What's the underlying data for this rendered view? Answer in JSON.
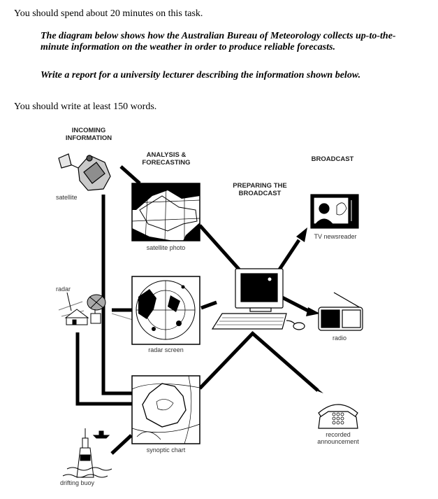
{
  "task": {
    "instruction": "You should spend about 20 minutes on this task.",
    "description": "The diagram below shows how the Australian Bureau of Meteorology collects up-to-the-minute information on the weather in order to produce reliable forecasts.",
    "report_prompt": "Write a report for a university lecturer describing the information shown below.",
    "min_words": "You should write at least 150 words."
  },
  "diagram": {
    "headings": {
      "incoming": [
        "INCOMING",
        "INFORMATION"
      ],
      "analysis": [
        "ANALYSIS &",
        "FORECASTING"
      ],
      "preparing": [
        "PREPARING THE",
        "BROADCAST"
      ],
      "broadcast": "BROADCAST"
    },
    "sources": {
      "satellite": "satellite",
      "radar": "radar",
      "buoy": "drifting buoy"
    },
    "analysis": {
      "satellite_photo": "satellite photo",
      "radar_screen": "radar screen",
      "synoptic_chart": "synoptic chart"
    },
    "outputs": {
      "tv": "TV newsreader",
      "radio": "radio",
      "phone": [
        "recorded",
        "announcement"
      ]
    }
  }
}
